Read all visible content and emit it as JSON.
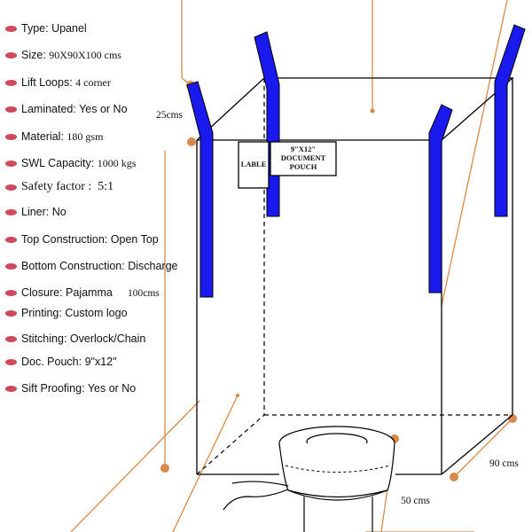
{
  "specs": [
    {
      "label": "Type:",
      "value": "Upanel"
    },
    {
      "label": "Size:",
      "value": "90X90X100 cms"
    },
    {
      "label": "Lift Loops:",
      "value": "4 corner"
    },
    {
      "label": "Laminated:",
      "value": "Yes or No"
    },
    {
      "label": "Material:",
      "value": "180 gsm"
    },
    {
      "label": "SWL Capacity:",
      "value": "1000 kgs"
    },
    {
      "label": "Safety factor :",
      "value": "5:1"
    },
    {
      "label": "Liner:",
      "value": "No"
    },
    {
      "label": "Top Construction:",
      "value": "Open Top"
    },
    {
      "label": "Bottom Construction:",
      "value": "Discharge"
    },
    {
      "label": "Closure:",
      "value": "Pajamma"
    },
    {
      "label": "Printing:",
      "value": "Custom logo"
    },
    {
      "label": "Stitching:",
      "value": "Overlock/Chain"
    },
    {
      "label": "Doc. Pouch:",
      "value": "9\"x12\""
    },
    {
      "label": "Sift Proofing:",
      "value": "Yes or No"
    }
  ],
  "dimensions": {
    "loop_height": "25cms",
    "height": "100cms",
    "width": "90 cms",
    "spout": "50 cms"
  },
  "labels": {
    "lable": "LABLE",
    "pouch_line1": "9\"X12\"",
    "pouch_line2": "DOCUMENT",
    "pouch_line3": "POUCH"
  },
  "colors": {
    "loop": "#1a1aee",
    "leader": "#d98a4a",
    "bullet": "#d0485c",
    "outline": "#000000"
  }
}
